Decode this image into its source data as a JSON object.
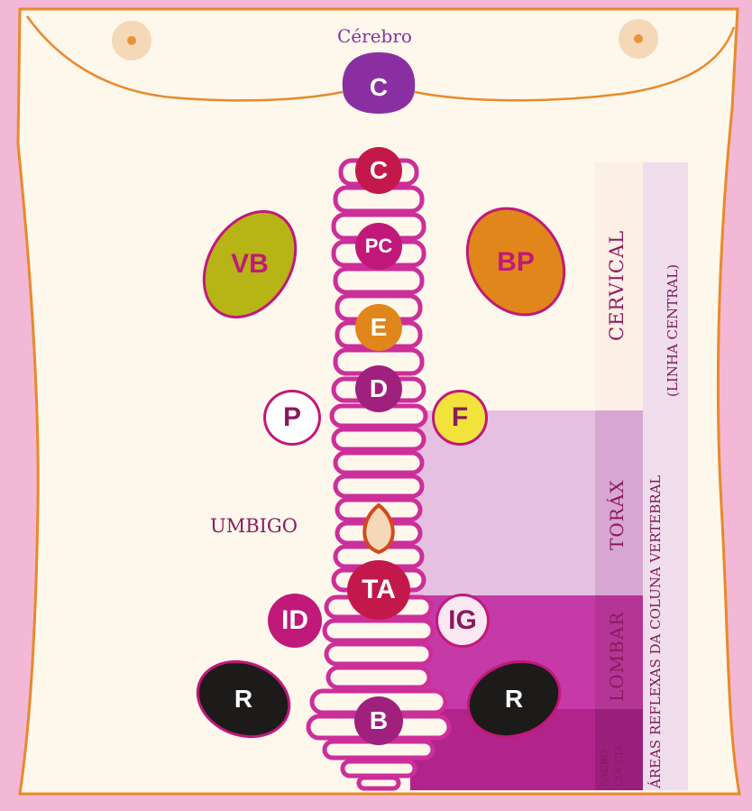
{
  "labels": {
    "brain": "Cérebro",
    "navel": "UMBIGO"
  },
  "organs": {
    "brain_c": "C",
    "spine_c": "C",
    "pc": "PC",
    "e": "E",
    "d": "D",
    "ta": "TA",
    "b": "B",
    "vb": "VB",
    "bp": "BP",
    "p": "P",
    "f": "F",
    "id": "ID",
    "ig": "IG",
    "r_left": "R",
    "r_right": "R"
  },
  "zones": {
    "cervical": "CERVICAL",
    "thorax": "TORÁX",
    "lumbar": "LOMBAR",
    "sacro_line1": "SACRO",
    "sacro_line2": "CÓCCIX",
    "title_line1": "ÁREAS REFLEXAS DA COLUNA VERTEBRAL",
    "title_line2": "(LINHA CENTRAL)"
  },
  "colors": {
    "background": "#f2b8d6",
    "body": "#fdf7ec",
    "outline": "#e88a2a",
    "spine_outline": "#cc2e9a",
    "brain": "#8a2fa2",
    "crimson": "#c2194a",
    "magenta": "#c0197a",
    "orange": "#e0861a",
    "olive": "#b7b416",
    "yellow": "#f1e33c",
    "kidney": "#1d1a1a",
    "zone_thorax": "#e6c0e0",
    "zone_lumbar": "#c63aa8",
    "zone_sacro": "#b2238c"
  }
}
